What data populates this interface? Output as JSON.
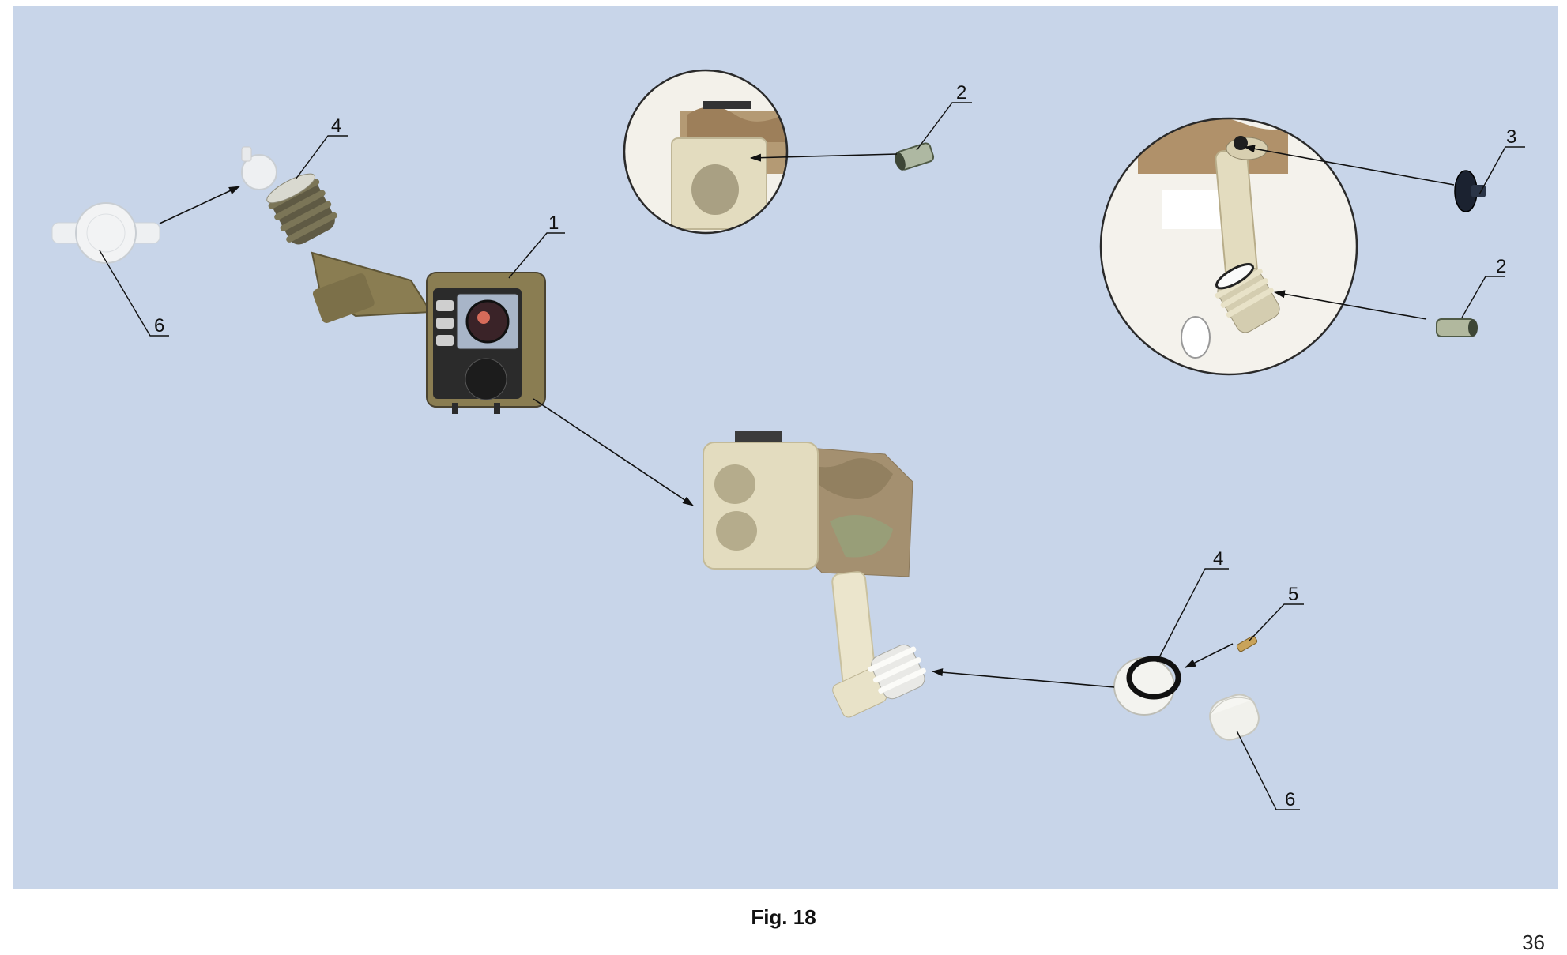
{
  "figure": {
    "caption": "Fig. 18",
    "page_number": "36",
    "callouts": {
      "c1": "1",
      "c2_top": "2",
      "c2_right": "2",
      "c3": "3",
      "c4_left": "4",
      "c4_right": "4",
      "c5": "5",
      "c6_left": "6",
      "c6_right": "6"
    }
  },
  "colors": {
    "background": "#c8d5e9",
    "olive": "#8a7d52",
    "beige": "#e3dcbf",
    "camo": "#a49070",
    "cap_white": "#eef0f2",
    "dark": "#2b2b2b"
  }
}
